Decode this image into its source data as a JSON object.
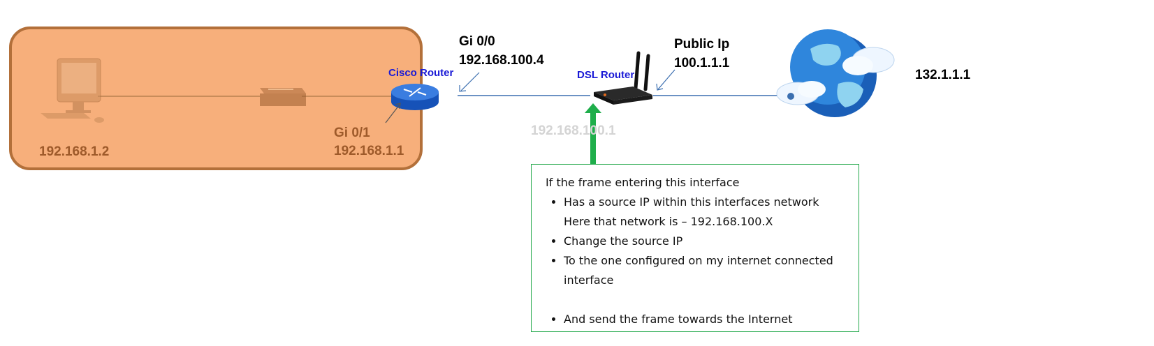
{
  "lan": {
    "pc_ip": "192.168.1.2",
    "router_lan_iface": "Gi 0/1",
    "router_lan_ip": "192.168.1.1"
  },
  "cisco_router": {
    "label": "Cisco Router",
    "wan_iface": "Gi 0/0",
    "wan_ip": "192.168.100.4"
  },
  "dsl_router": {
    "label": "DSL Router",
    "lan_ip": "192.168.100.1",
    "public_label": "Public Ip",
    "public_ip": "100.1.1.1"
  },
  "internet": {
    "remote_ip": "132.1.1.1"
  },
  "note": {
    "intro": "If the frame entering this interface",
    "bullets": [
      "Has a source IP within this interfaces network",
      "Here that network is – 192.168.100.X",
      "Change the source IP",
      "To the one configured on my internet connected interface",
      "And send the frame towards the Internet"
    ]
  },
  "colors": {
    "lan_fill": "#f7af7b",
    "lan_border": "#b3703a",
    "link": "#3b6fb0",
    "arrow": "#1fae4b",
    "label_blue": "#1a1ad6"
  }
}
